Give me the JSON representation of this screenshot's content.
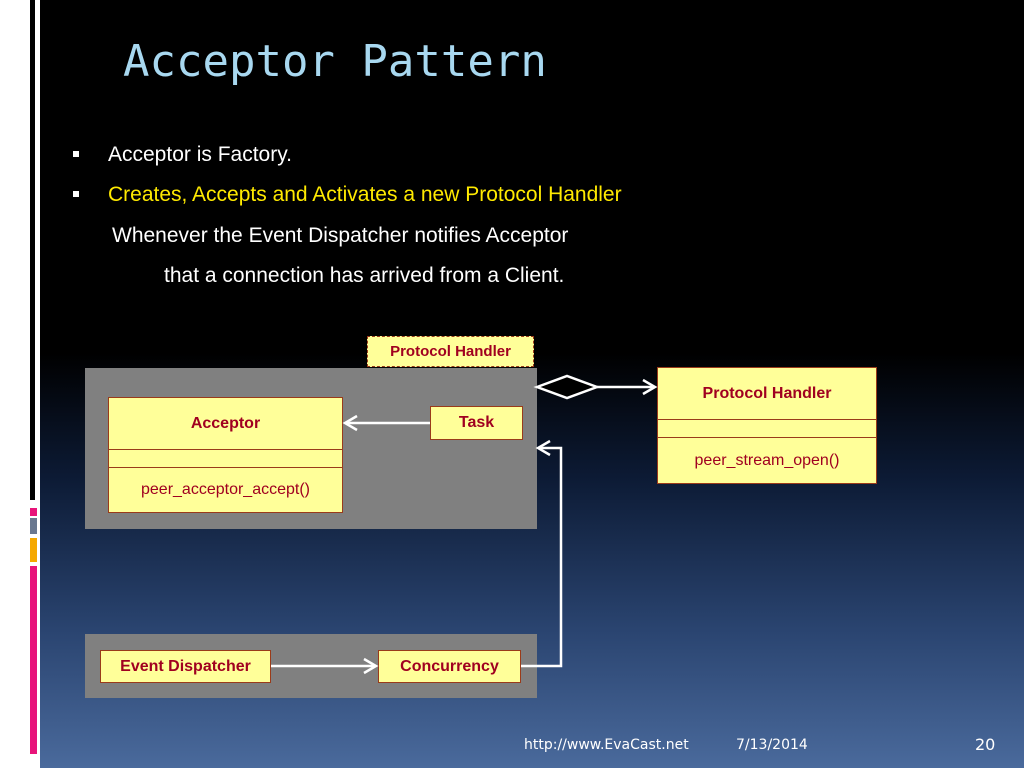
{
  "slide": {
    "title": "Acceptor Pattern",
    "bullets": [
      {
        "text": "Acceptor is Factory.",
        "color": "#ffffff"
      },
      {
        "text": "Creates, Accepts and Activates a new Protocol Handler",
        "color": "#ffea00"
      }
    ],
    "continuation": [
      "Whenever the Event Dispatcher notifies Acceptor",
      "that a connection has arrived from a Client."
    ]
  },
  "diagram": {
    "dashed_label": "Protocol Handler",
    "acceptor_class": {
      "name": "Acceptor",
      "operation": "peer_acceptor_accept()"
    },
    "task_box": "Task",
    "protocol_handler_class": {
      "name": "Protocol Handler",
      "operation": "peer_stream_open()"
    },
    "event_dispatcher_box": "Event Dispatcher",
    "concurrency_box": "Concurrency"
  },
  "footer": {
    "url": "http://www.EvaCast.net",
    "date": "7/13/2014",
    "page_number": "20"
  },
  "colors": {
    "title": "#a8d8f0",
    "box_fill": "#ffff99",
    "box_text": "#a00020",
    "panel": "#808080",
    "accent_pink": "#e8147a",
    "accent_orange": "#f5a800",
    "accent_gray": "#6a7890"
  }
}
